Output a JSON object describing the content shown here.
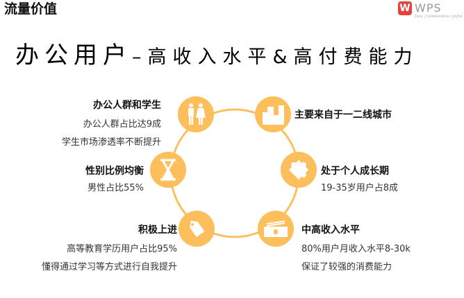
{
  "section_title": "流量价值",
  "logo": {
    "mark": "W",
    "name": "WPS",
    "tagline": "Easy | Collaborative | Joyful"
  },
  "title": {
    "main": "办公用户",
    "sub": "–高收入水平&高付费能力"
  },
  "accent": "#fdbf5c",
  "items": [
    {
      "icon": "people-icon",
      "heading": "办公人群和学生",
      "lines": [
        "办公人群占比达9成",
        "学生市场渗透率不断提升"
      ]
    },
    {
      "icon": "hourglass-icon",
      "heading": "性别比例均衡",
      "lines": [
        "男性占比55%"
      ]
    },
    {
      "icon": "tag-icon",
      "heading": "积极上进",
      "lines": [
        "高等教育学历用户占比95%",
        "懂得通过学习等方式进行自我提升"
      ]
    },
    {
      "icon": "buildings-icon",
      "heading": "主要来自于一二线城市",
      "lines": []
    },
    {
      "icon": "puzzle-icon",
      "heading": "处于个人成长期",
      "lines": [
        "19-35岁用户占8成"
      ]
    },
    {
      "icon": "money-icon",
      "heading": "中高收入水平",
      "lines": [
        "80%用户月收入水平8-30k",
        "保证了较强的消费能力"
      ]
    }
  ]
}
